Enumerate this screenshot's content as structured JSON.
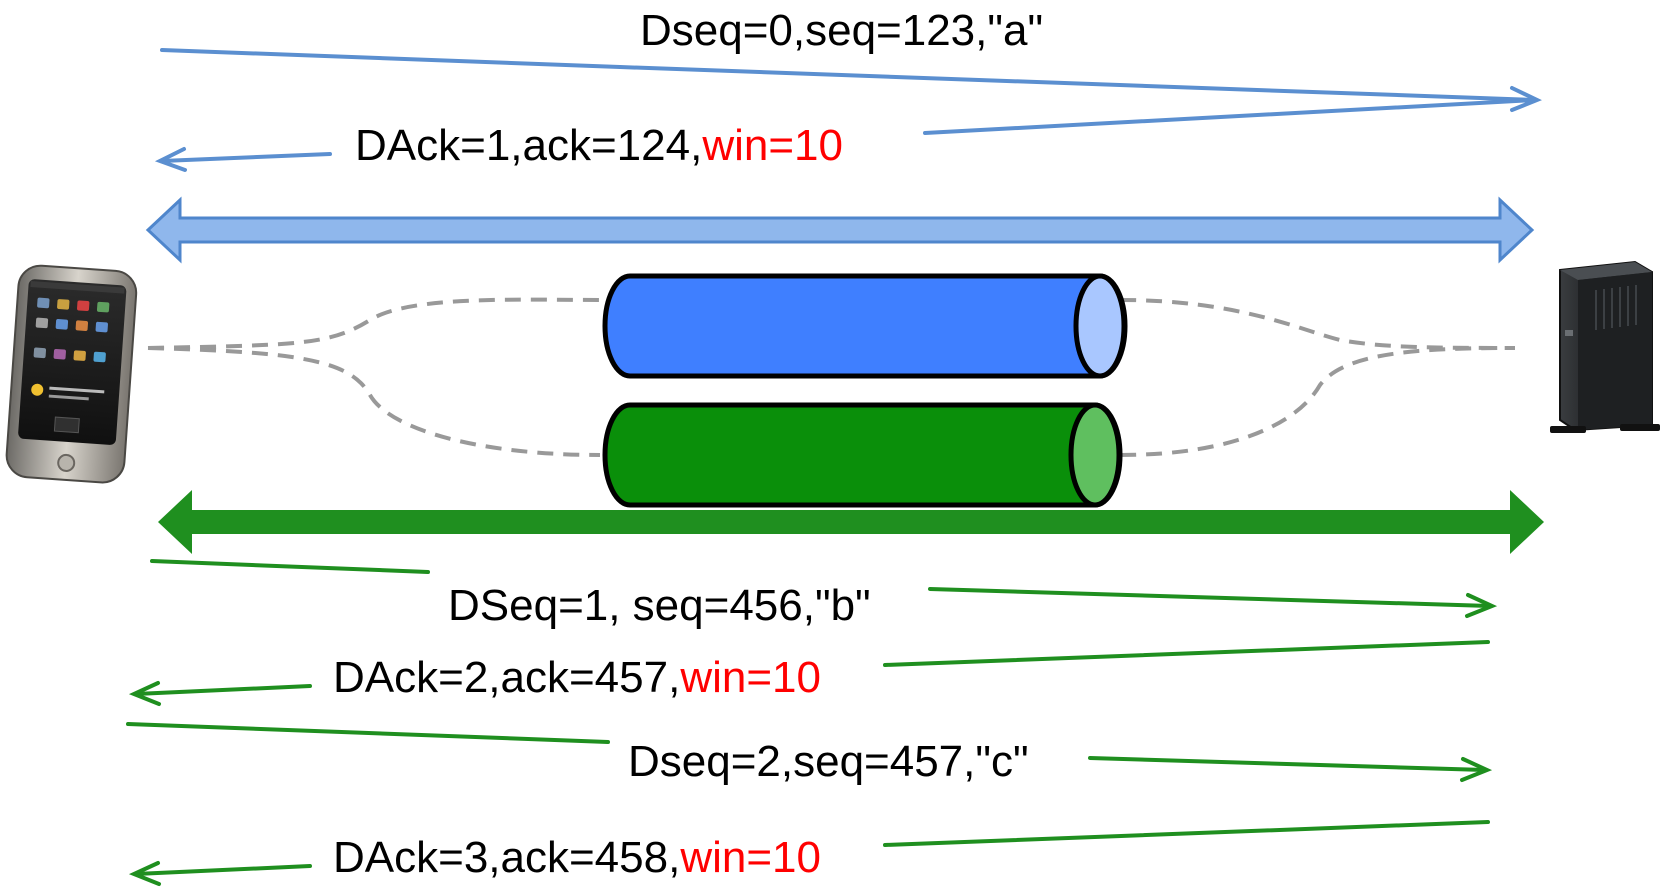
{
  "colors": {
    "subflow_1": "#5b8fd0",
    "subflow_2": "#1f8f1f",
    "tube_1": "#3f7fff",
    "tube_1_end": "#a9c7ff",
    "tube_2": "#0a8f0a",
    "tube_2_end": "#5fbf5f",
    "path_dashed": "#999999",
    "window_highlight": "#ff0000"
  },
  "icons": {
    "client": "smartphone-icon",
    "server": "server-tower-icon"
  },
  "messages": [
    {
      "main": "Dseq=0,seq=123,\"a\"",
      "win": ""
    },
    {
      "main": "DAck=1,ack=124,",
      "win": "win=10"
    },
    {
      "main": "DSeq=1, seq=456,\"b\"",
      "win": ""
    },
    {
      "main": "DAck=2,ack=457,",
      "win": "win=10"
    },
    {
      "main": "Dseq=2,seq=457,\"c\"",
      "win": ""
    },
    {
      "main": "DAck=3,ack=458,",
      "win": "win=10"
    }
  ]
}
